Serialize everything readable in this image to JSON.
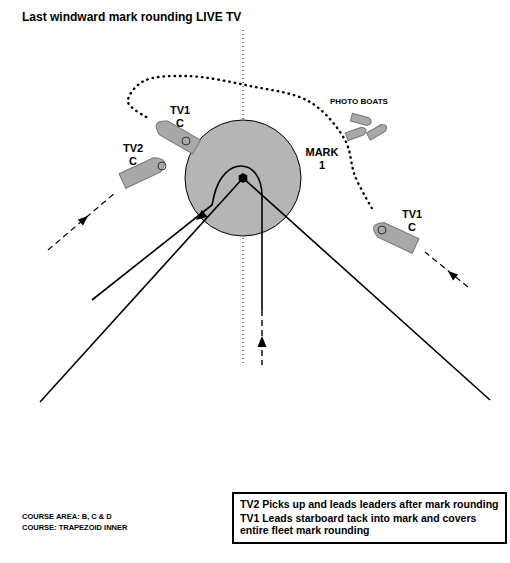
{
  "diagram": {
    "title": "Last windward mark rounding LIVE TV",
    "nodes": [
      {
        "text": [
          "TV1",
          "C"
        ]
      },
      {
        "text": [
          "TV2",
          "C"
        ]
      },
      {
        "text": [
          "TV1",
          "C"
        ]
      },
      {
        "text": [
          "TV2 Picks up and leads leaders after mark rounding",
          "TV1 Leads starboard tack into mark and covers entire fleet mark rounding"
        ]
      }
    ],
    "edges": [
      {
        "from": 2,
        "to": 0,
        "arrow": "none"
      }
    ],
    "labels": [
      "MARK 1",
      "PHOTO BOATS",
      "COURSE AREA: B, C & D",
      "COURSE: TRAPEZOID INNER"
    ]
  }
}
